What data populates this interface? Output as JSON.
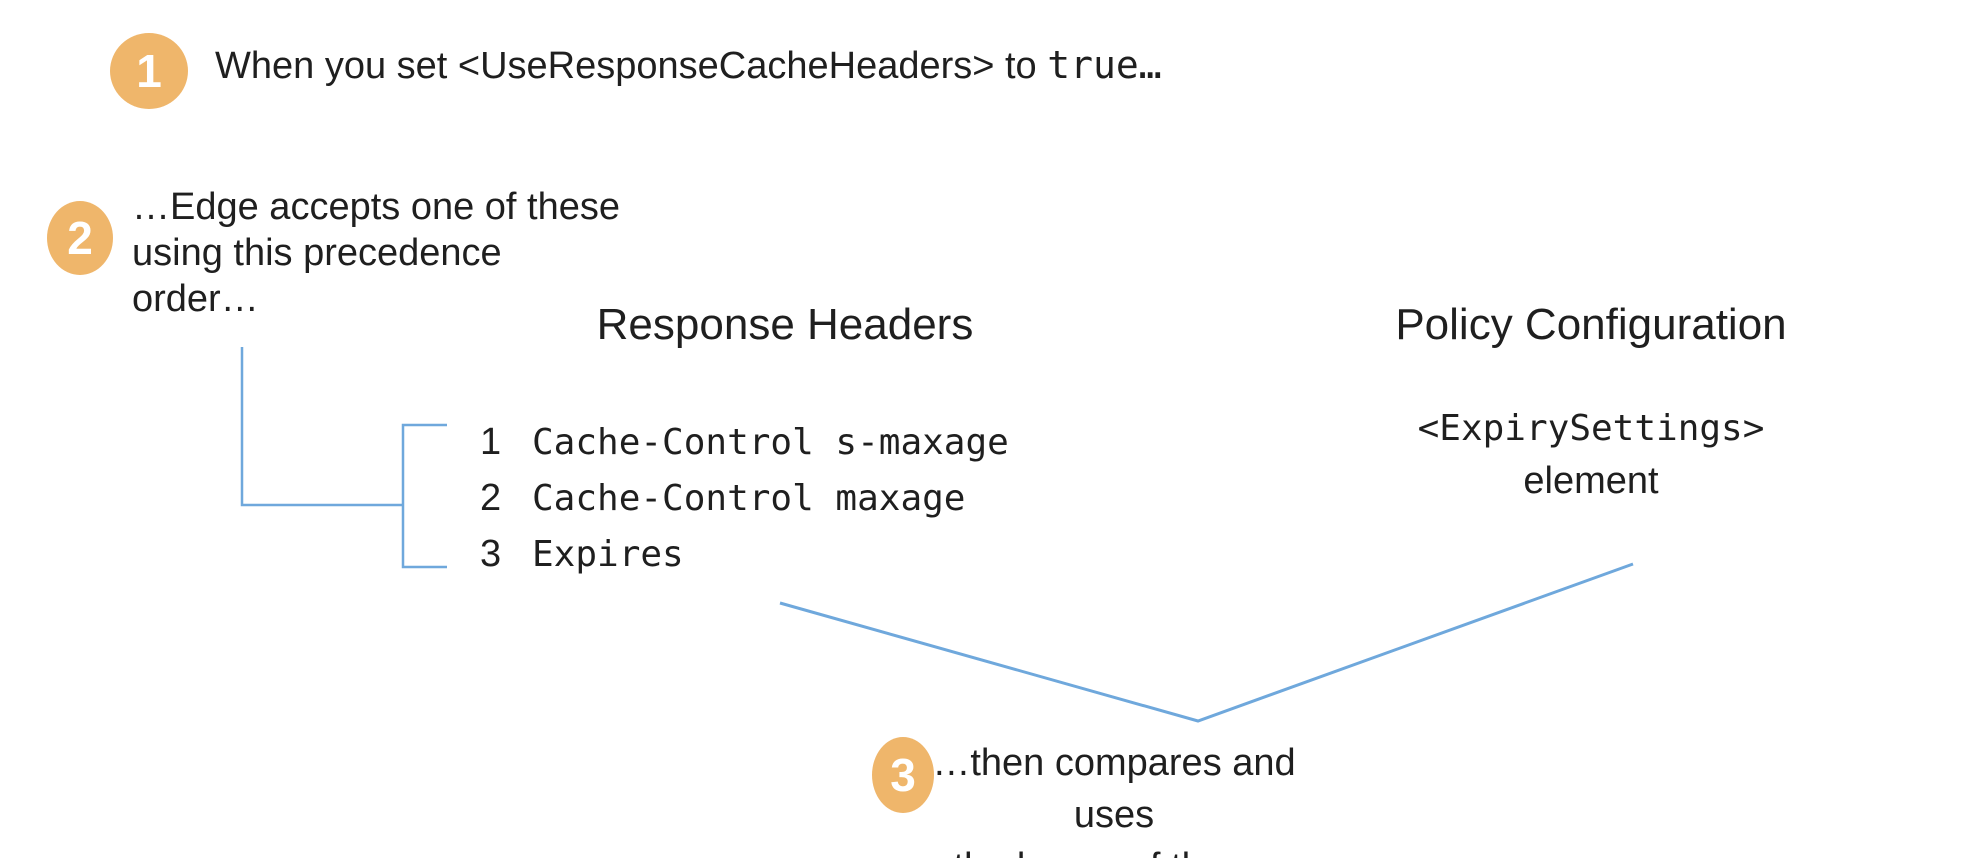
{
  "colors": {
    "badge_fill": "#EFB66B",
    "badge_number": "#FFFFFF",
    "connector_line": "#6FA8DC",
    "text": "#1F1F1F"
  },
  "steps": {
    "step1": {
      "number": "1",
      "text": "When you set <UseResponseCacheHeaders> to ",
      "code": "true…"
    },
    "step2": {
      "number": "2",
      "line1": "…Edge accepts one of these",
      "line2": "using this precedence",
      "line3": "order…"
    },
    "step3": {
      "number": "3",
      "line1": "…then compares and uses",
      "line2": "the lesser of these."
    }
  },
  "response_headers": {
    "title": "Response Headers",
    "items": [
      {
        "rank": "1",
        "code": "Cache-Control s-maxage"
      },
      {
        "rank": "2",
        "code": "Cache-Control maxage"
      },
      {
        "rank": "3",
        "code": "Expires"
      }
    ]
  },
  "policy_configuration": {
    "title": "Policy Configuration",
    "code": "<ExpirySettings>",
    "caption": "element"
  }
}
